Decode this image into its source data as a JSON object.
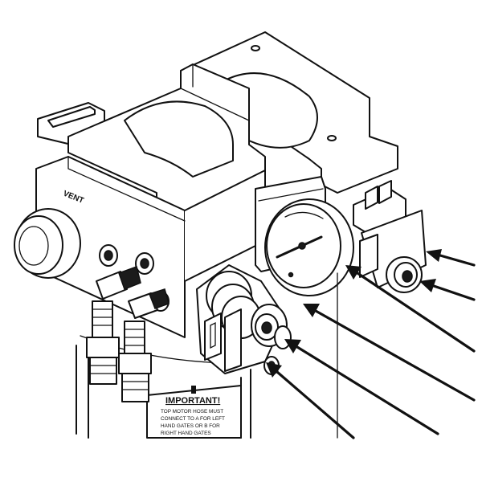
{
  "diagram": {
    "vent_label": "VENT",
    "notice_title": "IMPORTANT!",
    "notice_lines": [
      "TOP MOTOR HOSE MUST",
      "CONNECT TO A FOR LEFT",
      "HAND GATES OR B FOR",
      "RIGHT HAND GATES"
    ]
  }
}
